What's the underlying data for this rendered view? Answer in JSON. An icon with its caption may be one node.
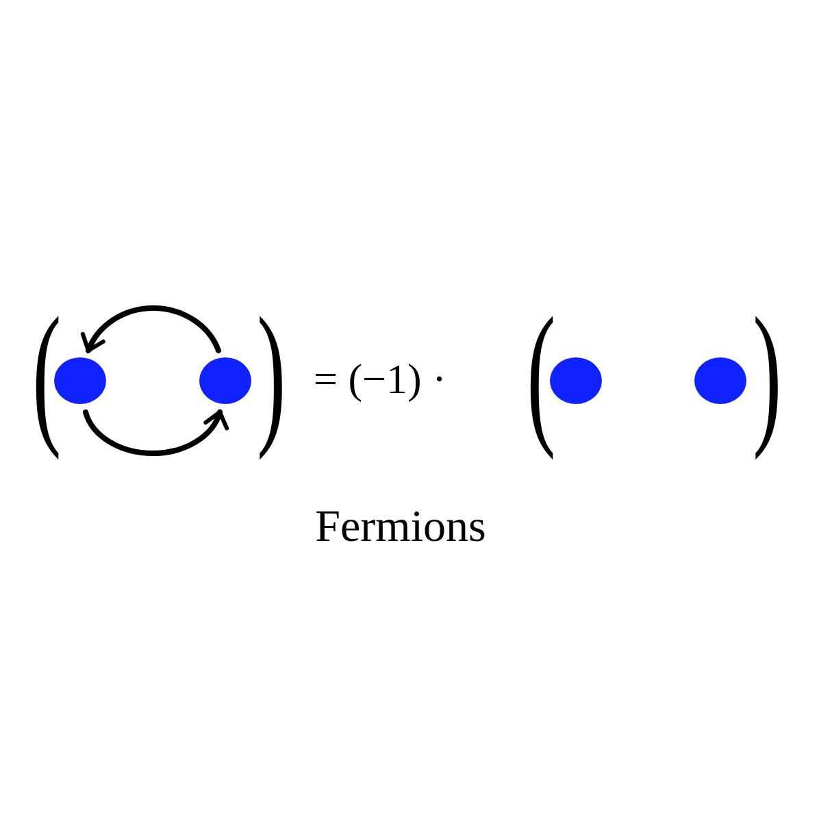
{
  "diagram": {
    "caption": "Fermions",
    "nodes": [
      {
        "text": [],
        "shape": "circle"
      },
      {
        "text": [],
        "shape": "circle"
      },
      {
        "text": [],
        "shape": "circle"
      },
      {
        "text": [],
        "shape": "circle"
      }
    ],
    "edges": [
      {
        "from": 1,
        "to": 0,
        "arrow": "to"
      },
      {
        "from": 0,
        "to": 1,
        "arrow": "to"
      }
    ],
    "labels": [
      "(",
      ")",
      "= (−1) ·",
      "(",
      ")"
    ]
  }
}
